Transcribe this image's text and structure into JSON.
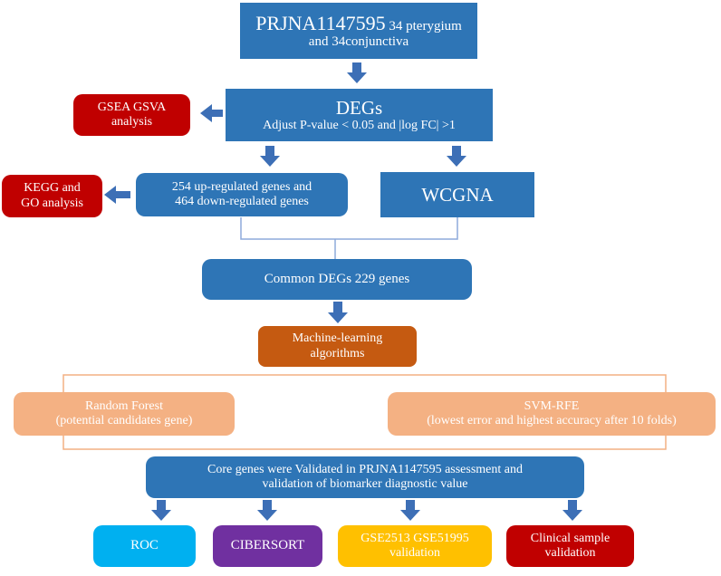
{
  "colors": {
    "blue": "#2e75b6",
    "red": "#c00000",
    "orange": "#c55a11",
    "peach": "#f4b183",
    "cyan": "#00b0f0",
    "purple": "#7030a0",
    "yellow": "#ffc000",
    "connector_blue": "#8eaadb",
    "connector_orange": "#f4b183"
  },
  "nodes": {
    "dataset": {
      "main": "PRJNA1147595",
      "rest": " 34 pterygium",
      "line2": "and 34conjunctiva"
    },
    "degs": {
      "title": "DEGs",
      "subtitle": "Adjust P-value < 0.05 and |log FC| >1"
    },
    "gsea": {
      "line1": "GSEA GSVA",
      "line2": "analysis"
    },
    "kegg": {
      "line1": "KEGG and",
      "line2": "GO analysis"
    },
    "updown": {
      "line1": "254 up-regulated genes and",
      "line2": "464 down-regulated genes"
    },
    "wcgna": {
      "label": "WCGNA"
    },
    "common": {
      "label": "Common DEGs 229 genes"
    },
    "ml": {
      "line1": "Machine-learning",
      "line2": "algorithms"
    },
    "rf": {
      "line1": "Random Forest",
      "line2": "(potential candidates gene)"
    },
    "svm": {
      "line1": "SVM-RFE",
      "line2": "(lowest error and highest accuracy after 10 folds)"
    },
    "core": {
      "line1": "Core genes were Validated in PRJNA1147595 assessment and",
      "line2": "validation of biomarker diagnostic value"
    },
    "roc": {
      "label": "ROC"
    },
    "cibersort": {
      "label": "CIBERSORT"
    },
    "gse": {
      "line1": "GSE2513 GSE51995",
      "line2": "validation"
    },
    "clinical": {
      "line1": "Clinical sample",
      "line2": "validation"
    }
  }
}
